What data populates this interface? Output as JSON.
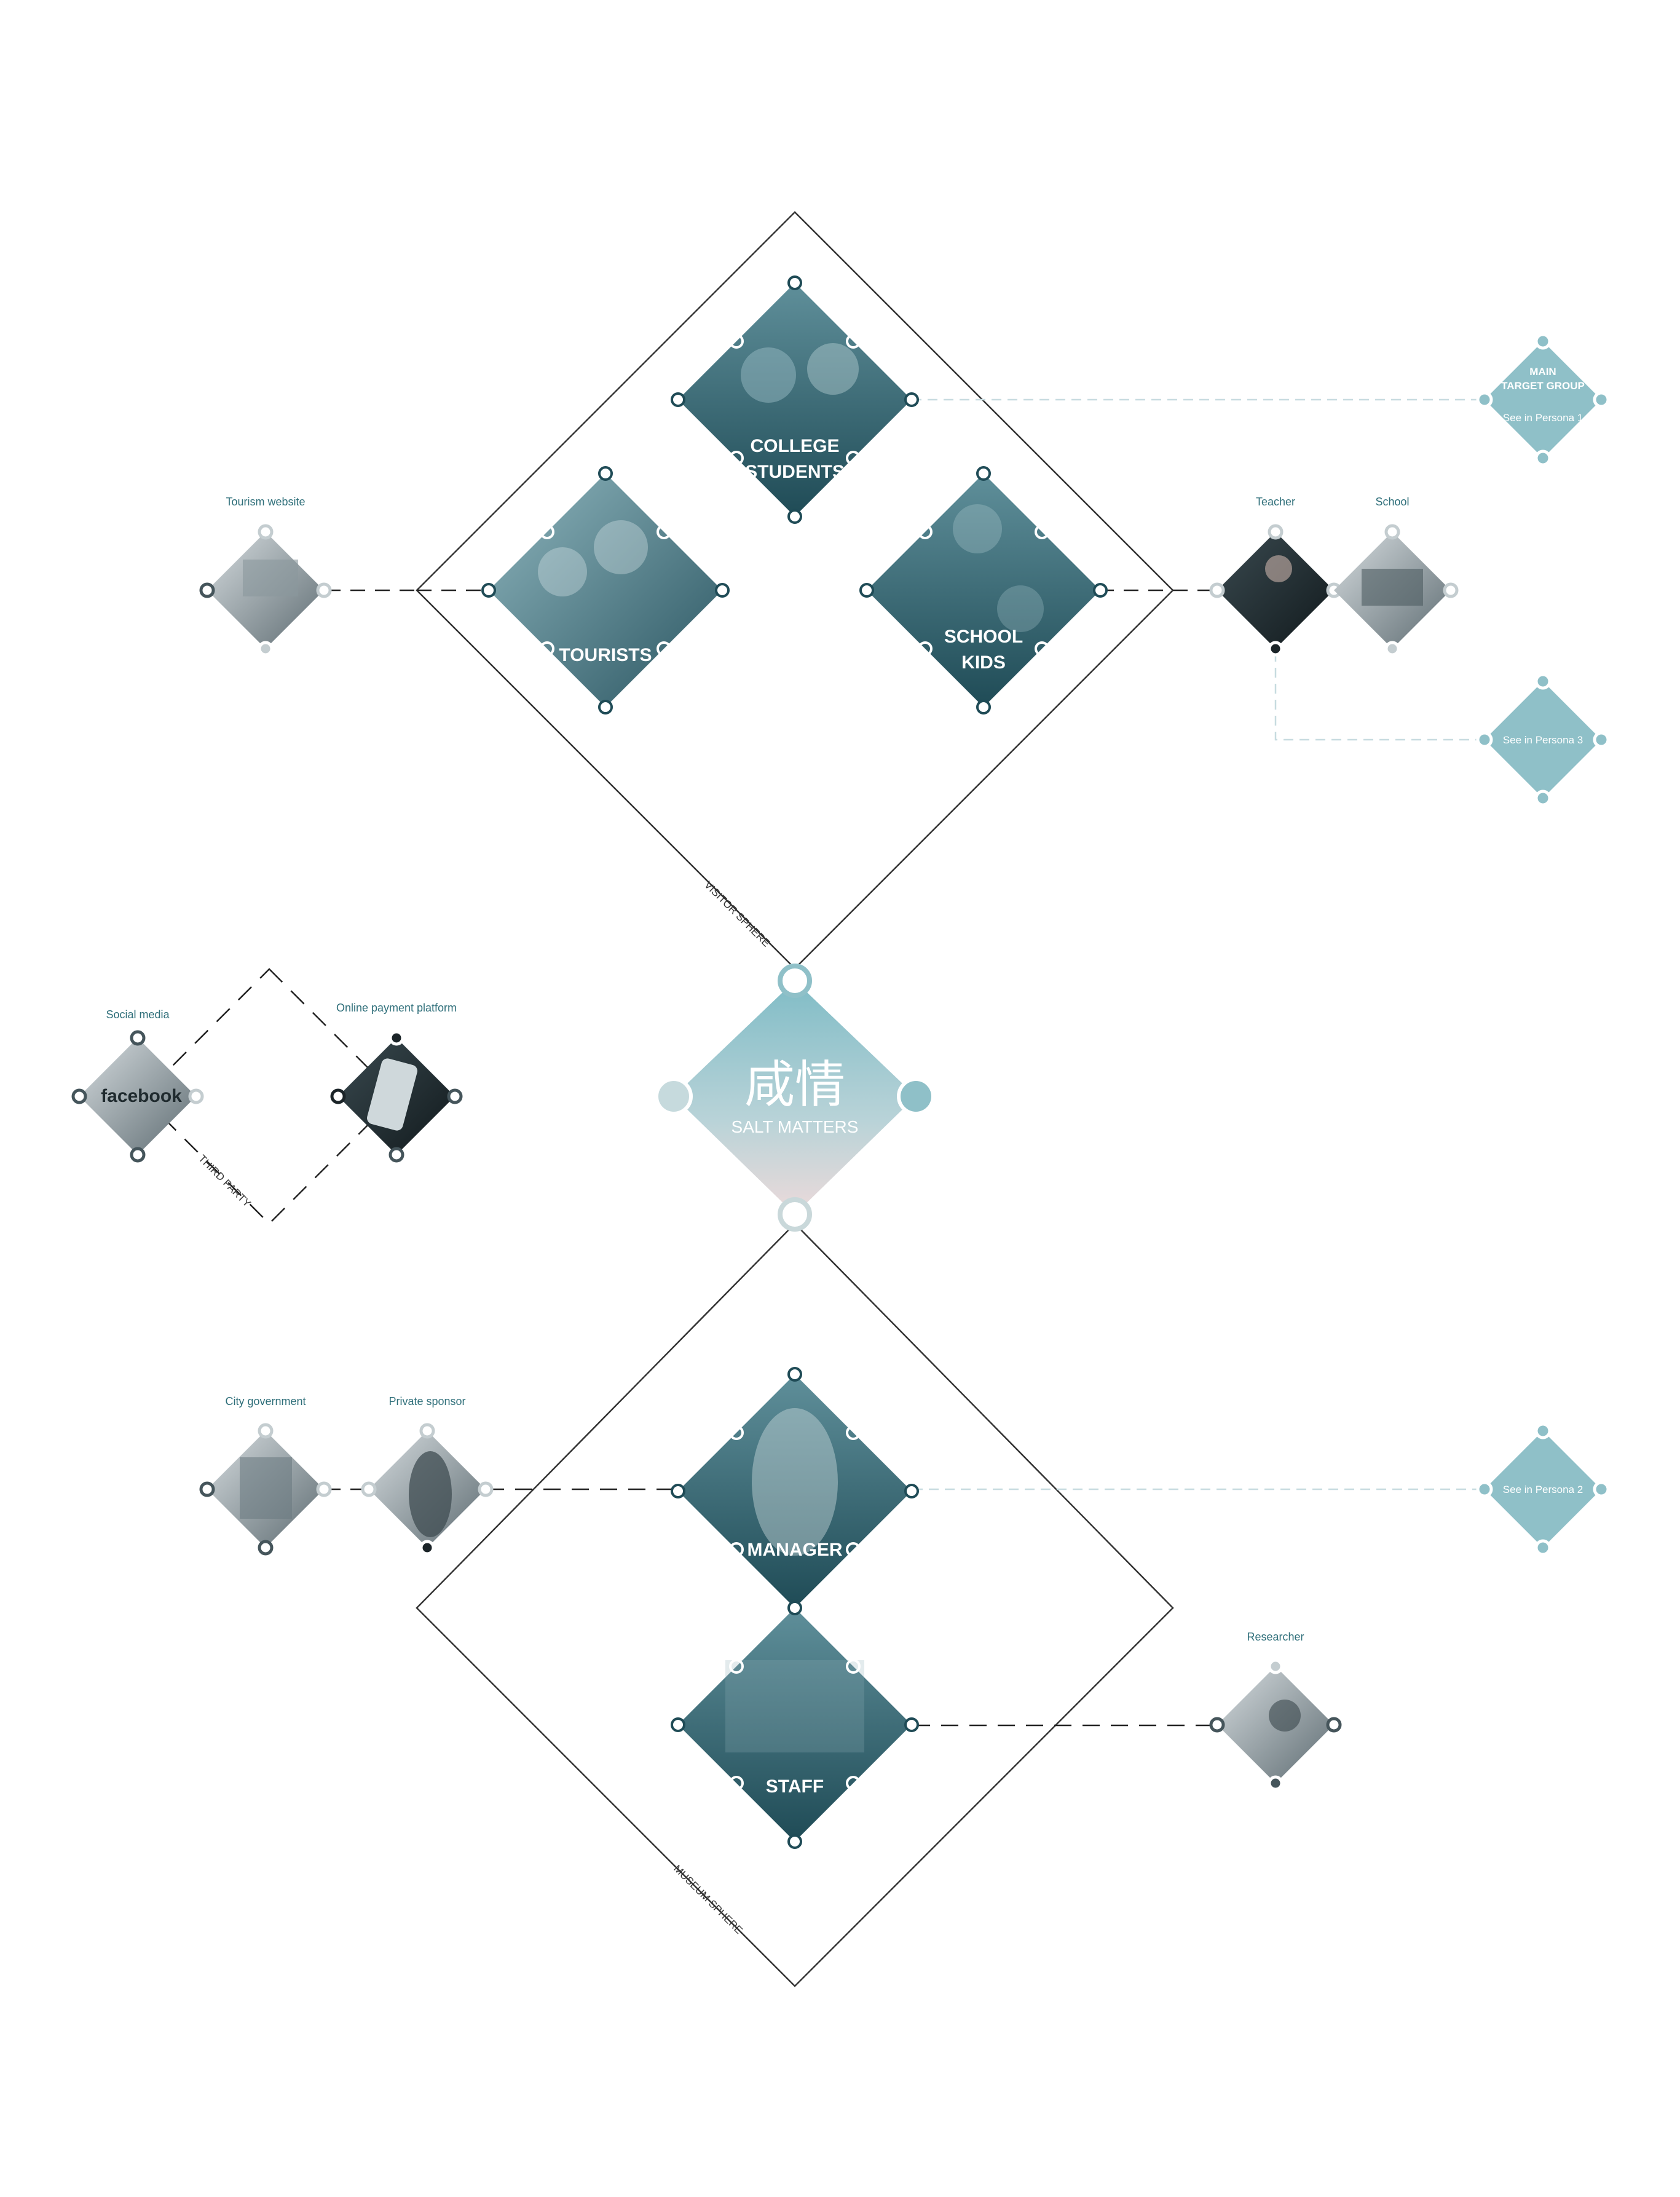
{
  "center": {
    "logo": "咸情",
    "subtitle": "SALT MATTERS",
    "accent": "#8fc0c8"
  },
  "spheres": {
    "visitor": "VISITOR SPHERE",
    "third_party": "THIRD PARTY",
    "museum": "MUSEUM SPHERE"
  },
  "groups": {
    "college_students": [
      "COLLEGE",
      "STUDENTS"
    ],
    "tourists": "TOURISTS",
    "school_kids": [
      "SCHOOL",
      "KIDS"
    ],
    "manager": "MANAGER",
    "staff": "STAFF"
  },
  "stakeholders": {
    "tourism_website": "Tourism website",
    "teacher": "Teacher",
    "school": "School",
    "social_media": "Social media",
    "online_payment": "Online payment platform",
    "city_government": "City government",
    "private_sponsor": "Private sponsor",
    "researcher": "Researcher"
  },
  "personas": {
    "main_line1": "MAIN",
    "main_line2": "TARGET GROUP",
    "persona1": "See in Persona 1",
    "persona2": "See in Persona 2",
    "persona3": "See in Persona 3"
  },
  "icons": {
    "social_media": "facebook",
    "photo_icons": [
      "laptop-photo",
      "teacher-photo",
      "school-building-photo",
      "social-media-collage",
      "phone-photo",
      "city-building-photo",
      "businessman-photo",
      "researcher-photo"
    ]
  },
  "colors": {
    "persona_fill": "#8fc0c8",
    "photo_tint": "#2d6470",
    "line": "#222222",
    "dashed_light": "#c7dbe0"
  }
}
